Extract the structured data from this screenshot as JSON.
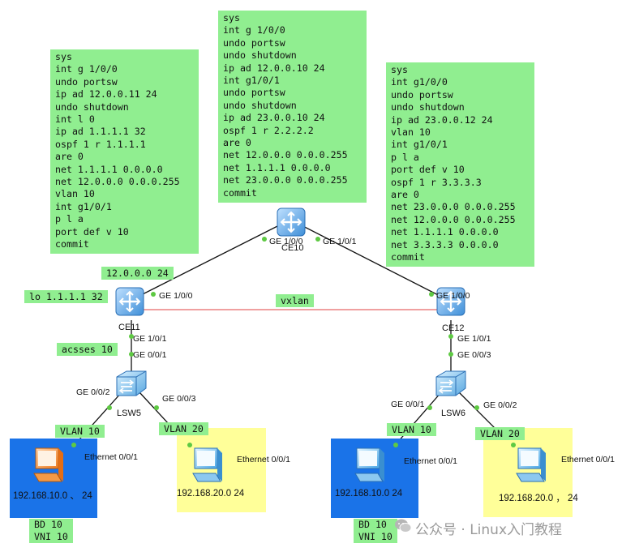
{
  "configs": {
    "ce11": "sys\nint g 1/0/0\nundo portsw\nip ad 12.0.0.11 24\nundo shutdown\nint l 0\nip ad 1.1.1.1 32\nospf 1 r 1.1.1.1\nare 0\nnet 1.1.1.1 0.0.0.0\nnet 12.0.0.0 0.0.0.255\nvlan 10\nint g1/0/1\np l a\nport def v 10\ncommit",
    "ce10": "sys\nint g 1/0/0\nundo portsw\nundo shutdown\nip ad 12.0.0.10 24\nint g1/0/1\nundo portsw\nundo shutdown\nip ad 23.0.0.10 24\nospf 1 r 2.2.2.2\nare 0\nnet 12.0.0.0 0.0.0.255\nnet 1.1.1.1 0.0.0.0\nnet 23.0.0.0 0.0.0.255\ncommit",
    "ce12": "sys\nint g1/0/0\nundo portsw\nundo shutdown\nip ad 23.0.0.12 24\nvlan 10\nint g1/0/1\np l a\nport def v 10\nospf 1 r 3.3.3.3\nare 0\nnet 23.0.0.0 0.0.0.255\nnet 12.0.0.0 0.0.0.255\nnet 1.1.1.1 0.0.0.0\nnet 3.3.3.3 0.0.0.0\ncommit"
  },
  "labels": {
    "net12": "12.0.0.0 24",
    "lo": "lo 1.1.1.1 32",
    "vxlan": "vxlan",
    "access": "acsses 10",
    "vlan10_left": "VLAN 10",
    "vlan20_left": "VLAN 20",
    "vlan10_right": "VLAN 10",
    "vlan20_right": "VLAN 20",
    "bd_left": "BD 10\nVNI 10",
    "bd_right": "BD 10\nVNI 10"
  },
  "devices": {
    "ce10": "CE10",
    "ce11": "CE11",
    "ce12": "CE12",
    "lsw5": "LSW5",
    "lsw6": "LSW6"
  },
  "ports": {
    "ce10_ge100": "GE 1/0/0",
    "ce10_ge101": "GE 1/0/1",
    "ce11_ge100": "GE 1/0/0",
    "ce11_ge101": "GE 1/0/1",
    "ce12_ge100": "GE 1/0/0",
    "ce12_ge101": "GE 1/0/1",
    "lsw5_ge001": "GE 0/0/1",
    "lsw5_ge002": "GE 0/0/2",
    "lsw5_ge003": "GE 0/0/3",
    "lsw6_ge003": "GE 0/0/3",
    "lsw6_ge001": "GE 0/0/1",
    "lsw6_ge002": "GE 0/0/2",
    "pc1_eth": "Ethernet 0/0/1",
    "pc2_eth": "Ethernet 0/0/1",
    "pc3_eth": "Ethernet 0/0/1",
    "pc4_eth": "Ethernet 0/0/1"
  },
  "hosts": {
    "pc1": "192.168.10.0 、 24",
    "pc2": "192.168.20.0  24",
    "pc3": "192.168.10.0  24",
    "pc4": "192.168.20.0  ， 24"
  },
  "watermark": "公众号 · Linux入门教程",
  "colors": {
    "config_bg": "#90ee90",
    "blue_zone": "#1a73e8",
    "yellow_zone": "#ffff99",
    "link": "#111111",
    "vxlan_link": "#e04040",
    "port_dot": "#5ec943"
  }
}
